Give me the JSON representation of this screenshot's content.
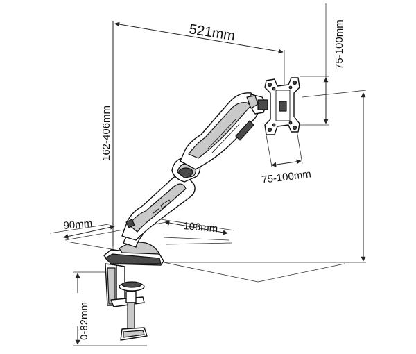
{
  "dimensions": {
    "arm_reach": "521mm",
    "vesa_vertical": "75-100mm",
    "vesa_horizontal": "75-100mm",
    "height_range": "162-406mm",
    "base_depth": "90mm",
    "base_width": "106mm",
    "clamp_range": "0-82mm"
  },
  "colors": {
    "line": "#111111",
    "fill_grey": "#c9c9c9",
    "fill_dark": "#4a4a4a"
  }
}
